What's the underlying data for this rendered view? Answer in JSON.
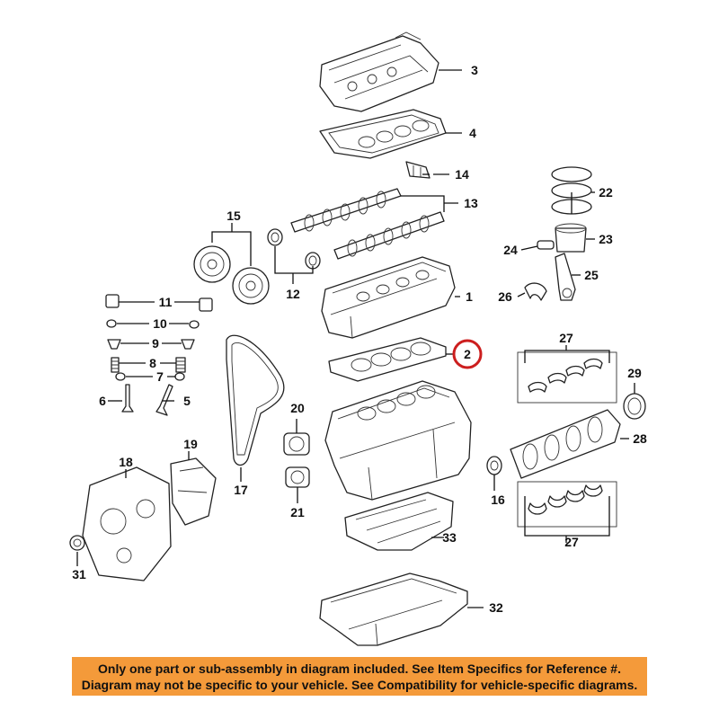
{
  "diagram": {
    "highlight_color": "#cc1e1e",
    "notice_color": "#f49a3a",
    "callouts": [
      "1",
      "2",
      "3",
      "4",
      "5",
      "6",
      "7",
      "8",
      "9",
      "10",
      "11",
      "12",
      "13",
      "14",
      "15",
      "16",
      "17",
      "18",
      "19",
      "20",
      "21",
      "22",
      "23",
      "24",
      "25",
      "26",
      "27",
      "28",
      "29",
      "31",
      "32",
      "33"
    ],
    "highlighted_callout": "2"
  },
  "notice": {
    "line1": "Only one part or sub-assembly in diagram included. See Item Specifics for Reference #.",
    "line2": "Diagram may not be specific to your vehicle. See Compatibility for vehicle-specific diagrams."
  }
}
